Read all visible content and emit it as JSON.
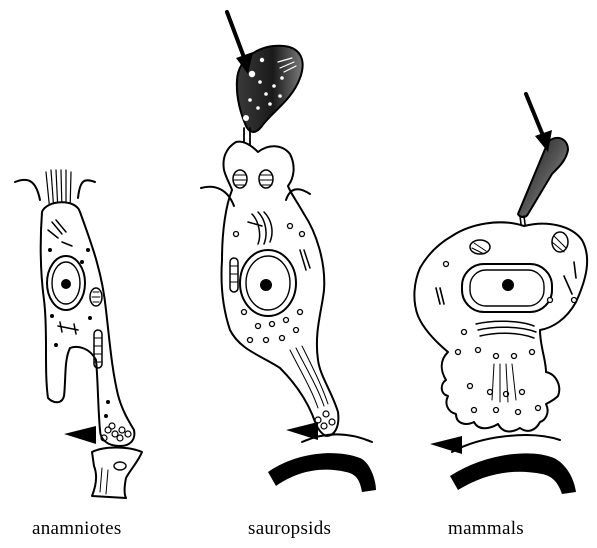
{
  "captions": {
    "anamniotes": "anamniotes",
    "sauropsids": "sauropsids",
    "mammals": "mammals"
  },
  "colors": {
    "line": "#000000",
    "background": "#ffffff",
    "outer_segment_dark": "#1a1a1a",
    "outer_segment_light": "#9a9a9a"
  },
  "icons": {
    "arrow": "arrow-icon",
    "arrowhead": "arrowhead-icon"
  }
}
